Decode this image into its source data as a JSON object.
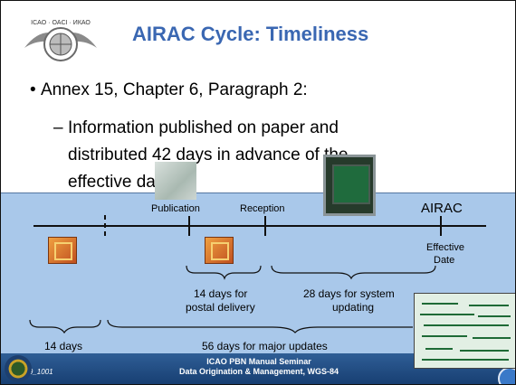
{
  "slide": {
    "title": "AIRAC Cycle: Timeliness",
    "bullet": "Annex 15, Chapter 6, Paragraph 2:",
    "sub_bullet_lines": [
      "Information published on paper and",
      "distributed 42 days in advance of the",
      "effective date"
    ]
  },
  "timeline": {
    "publication": "Publication",
    "reception": "Reception",
    "airac": "AIRAC",
    "effective_date_line1": "Effective",
    "effective_date_line2": "Date",
    "postal_line1": "14 days for",
    "postal_line2": "postal delivery",
    "system_line1": "28 days for system",
    "system_line2": "updating",
    "days_14": "14 days",
    "days_56": "56 days for major updates"
  },
  "footer": {
    "line1": "ICAO PBN Manual Seminar",
    "line2": "Data Origination & Management, WGS-84",
    "slide_id": "059_1001"
  },
  "icons": {
    "logo": "icao-emblem-icon",
    "seal": "faa-seal-icon",
    "corner": "globe-icon"
  },
  "colors": {
    "title": "#3a67b2",
    "band": "#a9c8ea",
    "footer": "#1e4a82"
  }
}
